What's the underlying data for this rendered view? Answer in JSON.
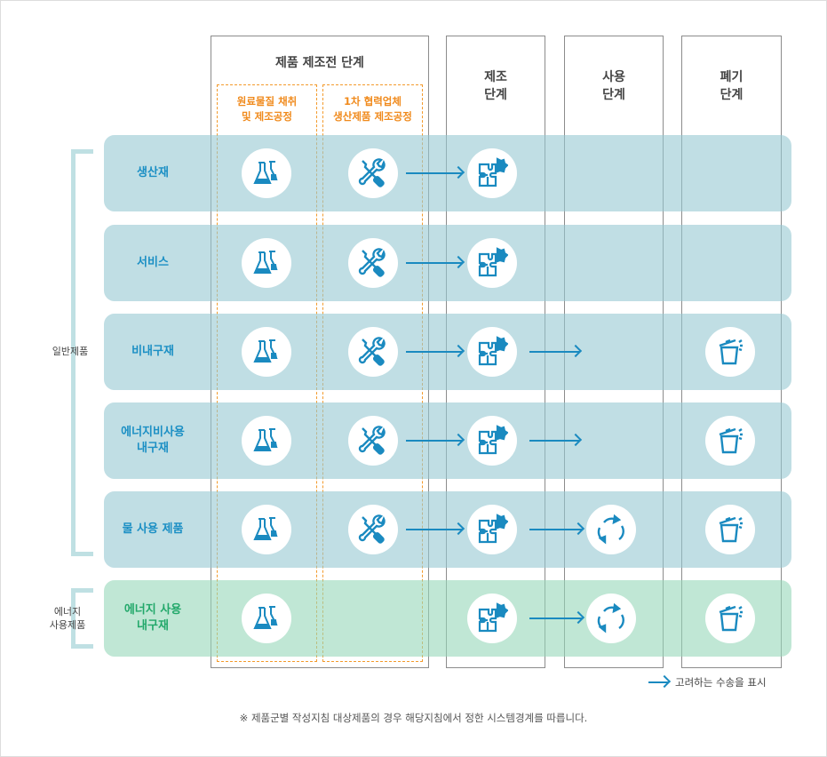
{
  "columns": {
    "pre": "제품 제조전 단계",
    "raw": [
      "원료물질 채취",
      "및 제조공정"
    ],
    "partner": [
      "1차 협력업체",
      "생산제품 제조공정"
    ],
    "mfg": [
      "제조",
      "단계"
    ],
    "use": [
      "사용",
      "단계"
    ],
    "disposal": [
      "폐기",
      "단계"
    ]
  },
  "groups": {
    "general": "일반제품",
    "energy": [
      "에너지",
      "사용제품"
    ]
  },
  "rows": [
    {
      "label": [
        "생산재"
      ],
      "raw": true,
      "tool": true,
      "puzzle": true,
      "use_arrow": false,
      "recycle": false,
      "trash": false
    },
    {
      "label": [
        "서비스"
      ],
      "raw": true,
      "tool": true,
      "puzzle": true,
      "use_arrow": false,
      "recycle": false,
      "trash": false
    },
    {
      "label": [
        "비내구재"
      ],
      "raw": true,
      "tool": true,
      "puzzle": true,
      "use_arrow": true,
      "recycle": false,
      "trash": true
    },
    {
      "label": [
        "에너지비사용",
        "내구재"
      ],
      "raw": true,
      "tool": true,
      "puzzle": true,
      "use_arrow": true,
      "recycle": false,
      "trash": true
    },
    {
      "label": [
        "물 사용 제품"
      ],
      "raw": true,
      "tool": true,
      "puzzle": true,
      "use_arrow": true,
      "recycle": true,
      "trash": true
    },
    {
      "label": [
        "에너지 사용",
        "내구재"
      ],
      "raw": true,
      "tool": false,
      "puzzle": true,
      "use_arrow": true,
      "recycle": true,
      "trash": true
    }
  ],
  "legend": "고려하는 수송을 표시",
  "footnote": "※ 제품군별 작성지침 대상제품의 경우 해당지침에서 정한 시스템경계를 따릅니다.",
  "colors": {
    "blue": "#1a8ac0",
    "orange": "#f39a2b",
    "row": "#c0dfe3",
    "green_row": "#c5e7d6"
  }
}
